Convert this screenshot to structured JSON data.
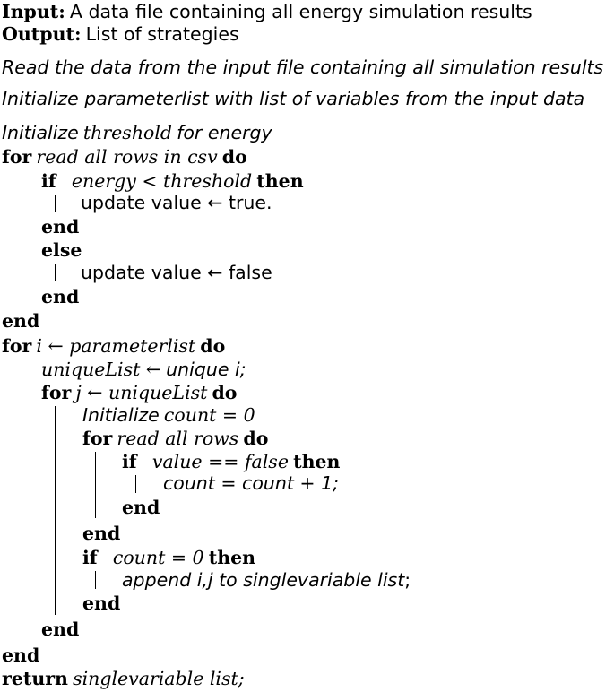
{
  "algorithm": {
    "input_label": "Input:",
    "input_text": "A data file containing all energy simulation results",
    "output_label": "Output:",
    "output_text": "List of strategies",
    "step_read": "Read the data from the input file containing all simulation results",
    "step_init_params": "Initialize parameterlist with list of variables from the input data",
    "init_threshold": {
      "prefix": "Initialize",
      "var": "threshold",
      "suffix": "for energy"
    },
    "for1": {
      "kw": "for",
      "cond": "read all rows in csv",
      "do": "do"
    },
    "if1": {
      "kw": "if",
      "cond": "energy < threshold",
      "then": "then"
    },
    "assign_true": "update value ← true.",
    "end_if1": "end",
    "else_kw": "else",
    "assign_false": "update value ← false",
    "end_else": "end",
    "end_for1": "end",
    "for2": {
      "kw": "for",
      "cond": "i ← parameterlist",
      "do": "do"
    },
    "unique_assign": {
      "lhs": "uniqueList ←",
      "rhs": "unique i;"
    },
    "for3": {
      "kw": "for",
      "cond": "j ← uniqueList",
      "do": "do"
    },
    "init_count": {
      "prefix": "Initialize",
      "expr": "count = 0"
    },
    "for4": {
      "kw": "for",
      "cond": "read all rows",
      "do": "do"
    },
    "if2": {
      "kw": "if",
      "cond": "value == false",
      "then": "then"
    },
    "count_inc": "count = count + 1;",
    "end_if2": "end",
    "end_for4": "end",
    "if3": {
      "kw": "if",
      "cond": "count = 0",
      "then": "then"
    },
    "append_stmt": {
      "text": "append i,j to singlevariable list",
      "semi": ";"
    },
    "end_if3": "end",
    "end_for3": "end",
    "end_for2": "end",
    "return_stmt": {
      "kw": "return",
      "expr": "singlevariable list;"
    }
  }
}
